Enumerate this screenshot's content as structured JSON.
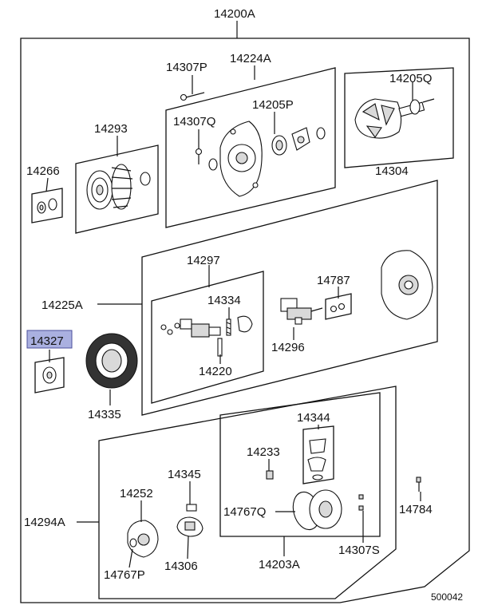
{
  "labels": {
    "p14200A": "14200A",
    "p14307P": "14307P",
    "p14224A": "14224A",
    "p14205Q": "14205Q",
    "p14293": "14293",
    "p14307Q": "14307Q",
    "p14205P": "14205P",
    "p14266": "14266",
    "p14304": "14304",
    "p14297": "14297",
    "p14787": "14787",
    "p14225A": "14225A",
    "p14334": "14334",
    "p14327": "14327",
    "p14296": "14296",
    "p14220": "14220",
    "p14335": "14335",
    "p14344": "14344",
    "p14233": "14233",
    "p14345": "14345",
    "p14252": "14252",
    "p14784": "14784",
    "p14294A": "14294A",
    "p14767Q": "14767Q",
    "p14307S": "14307S",
    "p14767P": "14767P",
    "p14306": "14306",
    "p14203A": "14203A"
  },
  "diagram_id": "500042",
  "highlight_color": "#aab0e0"
}
